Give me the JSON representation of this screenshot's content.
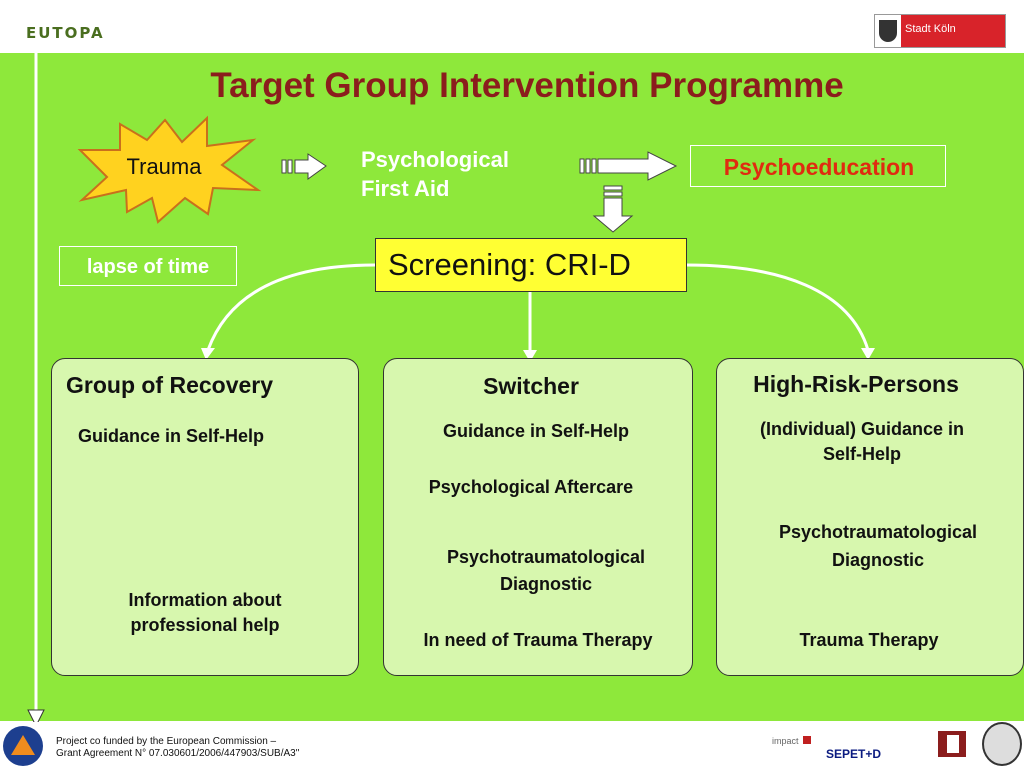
{
  "header": {
    "logo_text": "EUTOPA",
    "city_logo_text": "Stadt Köln"
  },
  "title": "Target Group Intervention Programme",
  "trauma_label": "Trauma",
  "first_aid_label": "Psychological\nFirst Aid",
  "psychoeducation_label": "Psychoeducation",
  "lapse_label": "lapse of time",
  "screening_label": "Screening: CRI-D",
  "groups": [
    {
      "title": "Group of Recovery",
      "steps": [
        "Guidance in Self-Help",
        "Information about\nprofessional help"
      ]
    },
    {
      "title": "Switcher",
      "steps": [
        "Guidance in Self-Help",
        "Psychological Aftercare",
        "Psychotraumatological\nDiagnostic",
        "In need of Trauma Therapy"
      ]
    },
    {
      "title": "High-Risk-Persons",
      "steps": [
        "(Individual) Guidance in\nSelf-Help",
        "Psychotraumatological\nDiagnostic",
        "Trauma Therapy"
      ]
    }
  ],
  "footer": {
    "line1": "Project co funded by the European Commission –",
    "line2": "Grant Agreement N° 07.030601/2006/447903/SUB/A3\"",
    "impact_logo_text": "impact",
    "project_label": "SEPET+D"
  },
  "colors": {
    "background": "#8ee83b",
    "title": "#8b1d1d",
    "psychoeducation": "#e02b10",
    "panel": "#d7f7ae",
    "screening": "#ffff33",
    "starburst": "#ffd21f"
  }
}
